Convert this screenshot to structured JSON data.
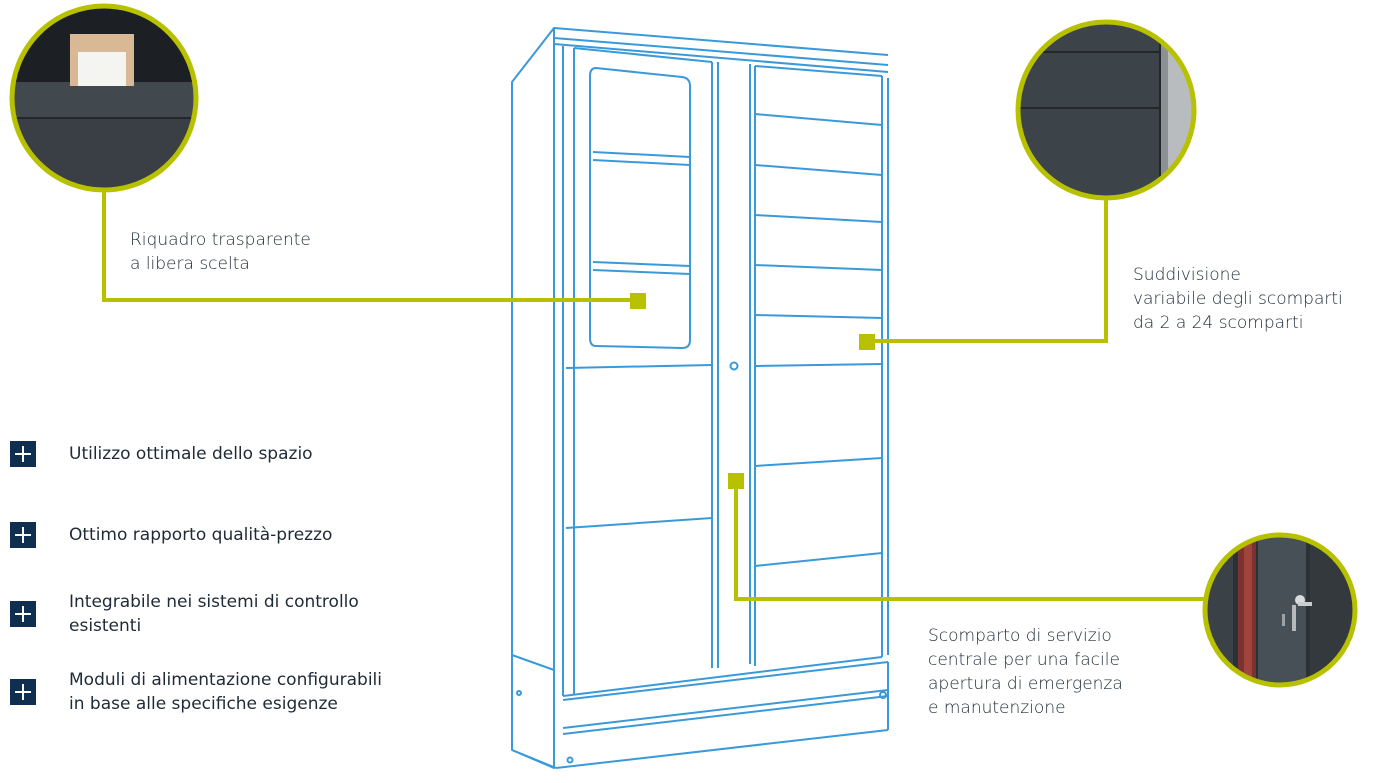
{
  "callouts": {
    "window": {
      "lines": [
        "Riquadro trasparente",
        "a libera scelta"
      ]
    },
    "compartments": {
      "lines": [
        "Suddivisione",
        "variabile degli scomparti",
        "da 2 a 24 scomparti"
      ]
    },
    "service": {
      "lines": [
        "Scomparto di servizio",
        "centrale per una facile",
        "apertura di emergenza",
        "e manutenzione"
      ]
    }
  },
  "features": [
    {
      "lines": [
        "Utilizzo ottimale dello spazio"
      ]
    },
    {
      "lines": [
        "Ottimo rapporto qualità-prezzo"
      ]
    },
    {
      "lines": [
        "Integrabile nei sistemi di controllo",
        "esistenti"
      ]
    },
    {
      "lines": [
        "Moduli di alimentazione configurabili",
        "in base alle specifiche esigenze"
      ]
    }
  ],
  "icons": {
    "feature_bullet": "plus-icon",
    "callout_marker": "square-marker-icon"
  },
  "colors": {
    "accent": "#b8c100",
    "outline": "#3a9ad9",
    "bullet": "#0e2f4f",
    "text": "#1f2a36"
  }
}
